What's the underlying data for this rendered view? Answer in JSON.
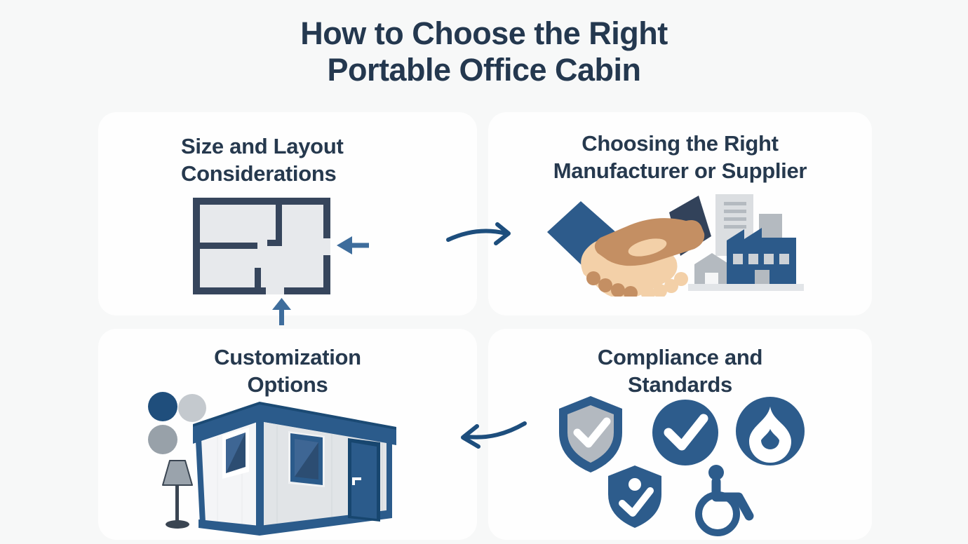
{
  "title": {
    "line1": "How to Choose the Right",
    "line2": "Portable Office Cabin"
  },
  "cards": [
    {
      "id": "size-layout",
      "heading_line1": "Size and Layout",
      "heading_line2": "Considerations"
    },
    {
      "id": "manufacturer",
      "heading_line1": "Choosing the Right",
      "heading_line2": "Manufacturer or Supplier"
    },
    {
      "id": "customization",
      "heading_line1": "Customization",
      "heading_line2": "Options"
    },
    {
      "id": "compliance",
      "heading_line1": "Compliance and",
      "heading_line2": "Standards"
    }
  ],
  "icons": {
    "size_layout": [
      "floor-plan-icon",
      "arrow-left-icon",
      "arrow-up-icon"
    ],
    "manufacturer": [
      "handshake-icon",
      "factory-buildings-icon"
    ],
    "customization": [
      "color-swatches-icon",
      "floor-lamp-icon",
      "portable-cabin-icon"
    ],
    "compliance": [
      "shield-check-icon",
      "circle-check-icon",
      "fire-icon",
      "badge-check-icon",
      "wheelchair-accessibility-icon"
    ],
    "connectors": [
      "curved-arrow-right-icon",
      "curved-arrow-left-icon"
    ]
  },
  "colors": {
    "page_background": "#f7f8f8",
    "card_background": "#fefefe",
    "heading_navy": "#26394e",
    "wall_slate": "#36455c",
    "icon_blue": "#2d5c8c",
    "dark_blue": "#1d4e7d",
    "steel_blue_arrow": "#3e6d9c",
    "light_gray": "#c4c9ce",
    "mid_gray": "#98a1a9",
    "skin_light": "#f3d0a8",
    "skin_dark": "#c48f63"
  }
}
